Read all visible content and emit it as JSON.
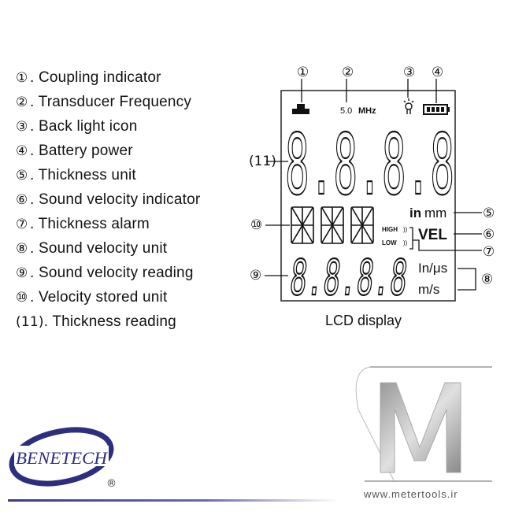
{
  "legend": [
    {
      "num": "①",
      "label": ". Coupling indicator"
    },
    {
      "num": "②",
      "label": ". Transducer Frequency"
    },
    {
      "num": "③",
      "label": ". Back light icon"
    },
    {
      "num": "④",
      "label": ". Battery power"
    },
    {
      "num": "⑤",
      "label": ". Thickness unit"
    },
    {
      "num": "⑥",
      "label": ". Sound velocity indicator"
    },
    {
      "num": "⑦",
      "label": ". Thickness alarm"
    },
    {
      "num": "⑧",
      "label": ". Sound velocity unit"
    },
    {
      "num": "⑨",
      "label": ". Sound velocity reading"
    },
    {
      "num": "⑩",
      "label": ". Velocity stored unit"
    },
    {
      "num": "(11)",
      "label": ". Thickness reading"
    }
  ],
  "lcd": {
    "frequency_value": "5.0",
    "frequency_unit": "MHz",
    "thickness_digits": "8.8.8.8",
    "velocity_digits": "8.8.8.8",
    "unit_in": "in",
    "unit_mm": "mm",
    "alarm_high": "HIGH",
    "alarm_low": "LOW",
    "vel": "VEL",
    "vel_unit_in": "In/μs",
    "vel_unit_m": "m/s",
    "caption": "LCD display",
    "callouts": {
      "c1": "①",
      "c2": "②",
      "c3": "③",
      "c4": "④",
      "c5": "⑤",
      "c6": "⑥",
      "c7": "⑦",
      "c8": "⑧",
      "c9": "⑨",
      "c10": "⑩",
      "c11": "(11)"
    }
  },
  "branding": {
    "logo": "BENETECH",
    "registered": "®",
    "website": "www.metertools.ir"
  }
}
